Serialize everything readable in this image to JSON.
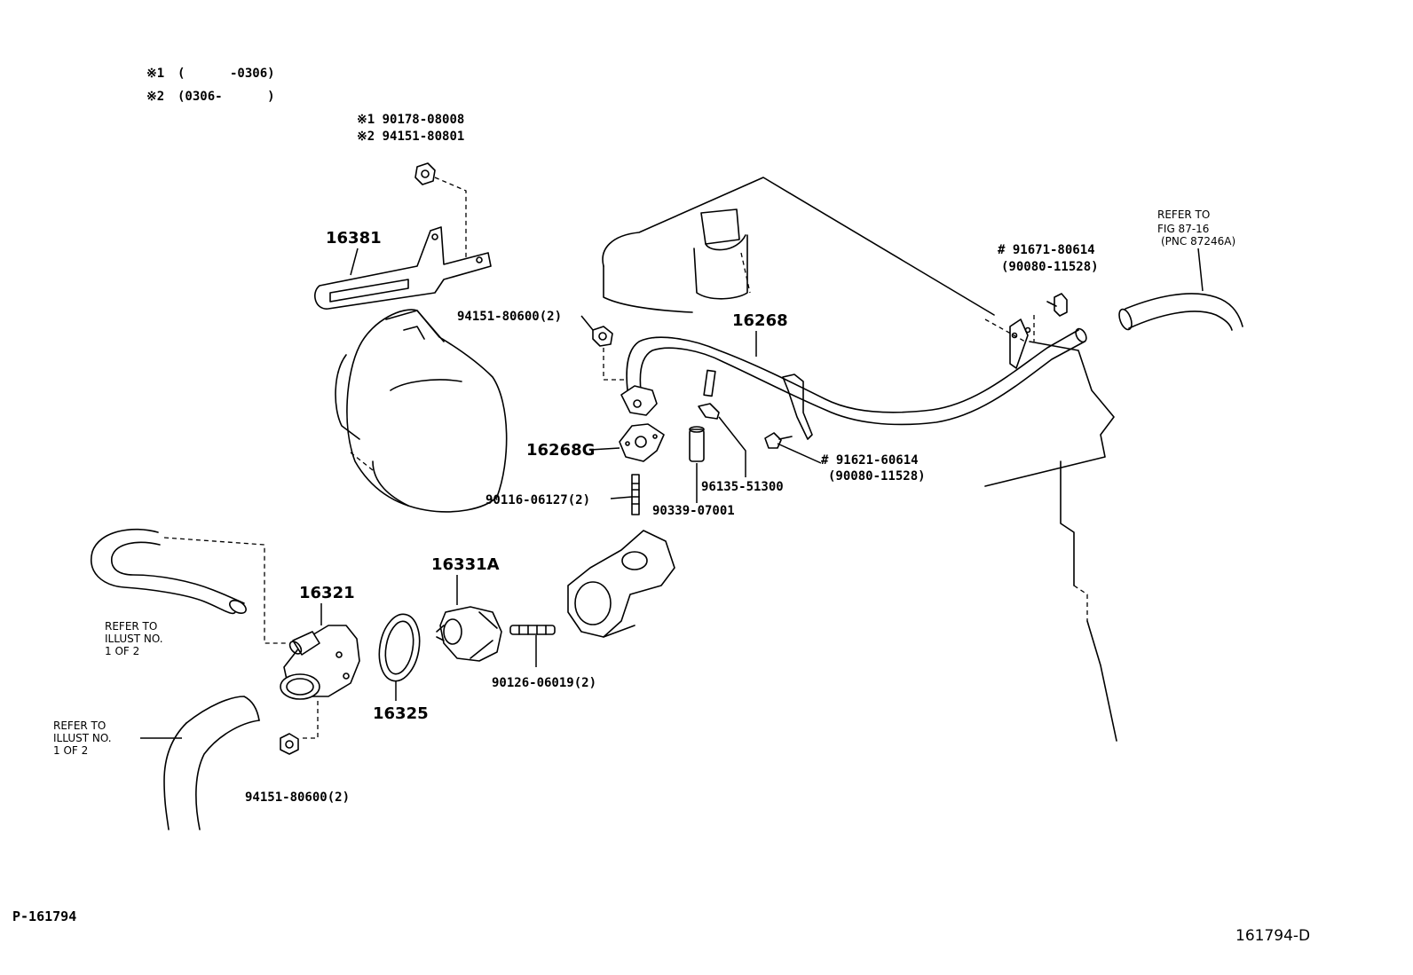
{
  "legend": [
    {
      "mark": "※1",
      "range": "(      -0306)"
    },
    {
      "mark": "※2",
      "range": "(0306-      )"
    }
  ],
  "labels": {
    "nut_top_1": "※1 90178-08008",
    "nut_top_2": "※2 94151-80801",
    "bracket": "16381",
    "nut_pipe": "94151-80600(2)",
    "pipe": "16268",
    "gasket_pipe": "16268G",
    "stud_pipe": "90116-06127(2)",
    "hose_small": "90339-07001",
    "clip": "96135-51300",
    "bolt_mid_1": "# 91621-60614",
    "bolt_mid_2": "(90080-11528)",
    "bolt_top_1": "# 91671-80614",
    "bolt_top_2": "(90080-11528)",
    "refer_fig_1": "REFER TO",
    "refer_fig_2": "FIG 87-16",
    "refer_fig_3": "(PNC 87246A)",
    "thermostat": "16331A",
    "inlet": "16321",
    "thermo_gasket": "16325",
    "stud_housing": "90126-06019(2)",
    "refer_illust_a": [
      "REFER TO",
      "ILLUST NO.",
      "1 OF 2"
    ],
    "refer_illust_b": [
      "REFER TO",
      "ILLUST NO.",
      "1 OF 2"
    ],
    "nut_bottom": "94151-80600(2)",
    "footer_left": "P-161794",
    "footer_right": "161794-D"
  }
}
